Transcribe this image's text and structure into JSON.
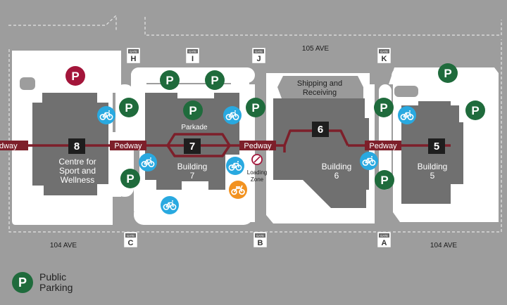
{
  "colors": {
    "background": "#9d9d9d",
    "block": "#ffffff",
    "building": "#707070",
    "pedway": "#7d1f2a",
    "parking": "#1f6b3c",
    "parking_special": "#a3153a",
    "bike": "#29a9e0",
    "moto": "#f29220"
  },
  "street_labels": {
    "north": "105 AVE",
    "south_left": "104 AVE",
    "south_right": "104 AVE"
  },
  "gates": {
    "prefix": "GATE",
    "north": [
      "H",
      "I",
      "J",
      "K"
    ],
    "south": [
      "C",
      "B",
      "A"
    ]
  },
  "buildings": [
    {
      "number": "8",
      "name_line1": "Centre for",
      "name_line2": "Sport and",
      "name_line3": "Wellness"
    },
    {
      "number": "7",
      "name_line1": "Building",
      "name_line2": "7",
      "parkade_label": "Parkade"
    },
    {
      "number": "6",
      "name_line1": "Building",
      "name_line2": "6",
      "area_line1": "Shipping and",
      "area_line2": "Receiving"
    },
    {
      "number": "5",
      "name_line1": "Building",
      "name_line2": "5"
    }
  ],
  "pedway_label": "Pedway",
  "parking_letter": "P",
  "loading_zone": {
    "line1": "Loading",
    "line2": "Zone"
  },
  "legend": {
    "line1": "Public",
    "line2": "Parking"
  },
  "edge_labels": {
    "left_pedway_fragment": "dway"
  }
}
